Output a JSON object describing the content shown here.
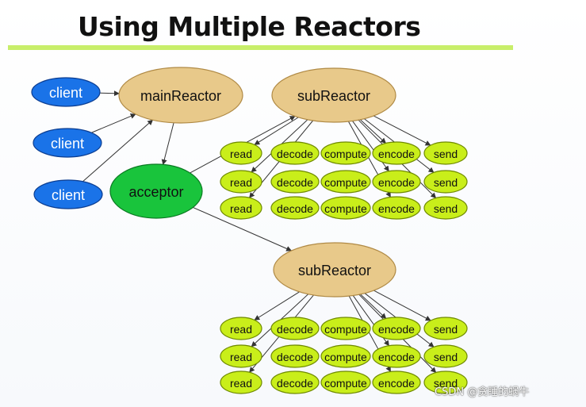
{
  "title": "Using Multiple Reactors",
  "watermark": "CSDN @贪睡的蜗牛",
  "colors": {
    "client_fill": "#1a73e8",
    "client_stroke": "#0b3d91",
    "reactor_fill": "#e8c98a",
    "reactor_stroke": "#b08a45",
    "acceptor_fill": "#19c43c",
    "acceptor_stroke": "#0a7a22",
    "task_fill": "#c9ee1a",
    "task_stroke": "#6f8a00",
    "edge": "#333333",
    "title_rule": "#c8ee6a"
  },
  "nodes": {
    "client": "client",
    "main_reactor": "mainReactor",
    "acceptor": "acceptor",
    "sub_reactor": "subReactor"
  },
  "tasks": [
    "read",
    "decode",
    "compute",
    "encode",
    "send"
  ]
}
